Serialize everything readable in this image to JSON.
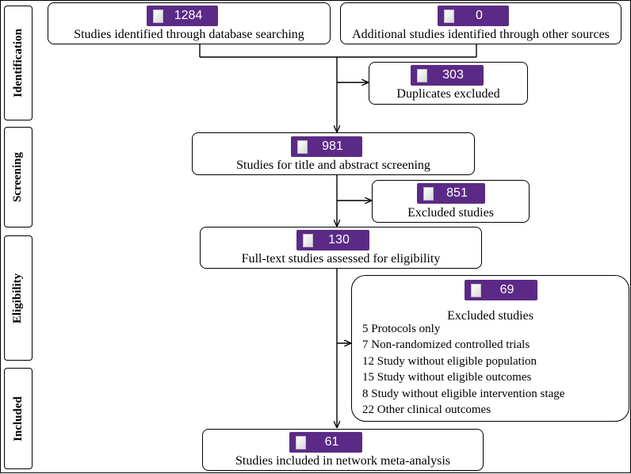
{
  "phases": {
    "identification": "Identification",
    "screening": "Screening",
    "eligibility": "Eligibility",
    "included": "Included"
  },
  "boxes": {
    "database": {
      "count": "1284",
      "label": "Studies identified through database searching"
    },
    "other_sources": {
      "count": "0",
      "label": "Additional studies identified through other sources"
    },
    "duplicates": {
      "count": "303",
      "label": "Duplicates excluded"
    },
    "screening": {
      "count": "981",
      "label": "Studies for title and abstract screening"
    },
    "excluded_screening": {
      "count": "851",
      "label": "Excluded studies"
    },
    "full_text": {
      "count": "130",
      "label": "Full-text studies assessed for eligibility"
    },
    "excluded_full_text": {
      "count": "69",
      "label": "Excluded studies",
      "reasons": [
        "5 Protocols only",
        "7 Non-randomized controlled trials",
        "12 Study without eligible population",
        "15 Study without eligible outcomes",
        "8 Study without eligible intervention stage",
        "22 Other clinical outcomes"
      ]
    },
    "included": {
      "count": "61",
      "label": "Studies included in network meta-analysis"
    }
  },
  "colors": {
    "badge": "#5b2a86",
    "line": "#000000"
  },
  "icons": {
    "badge_icon": "document-icon"
  }
}
